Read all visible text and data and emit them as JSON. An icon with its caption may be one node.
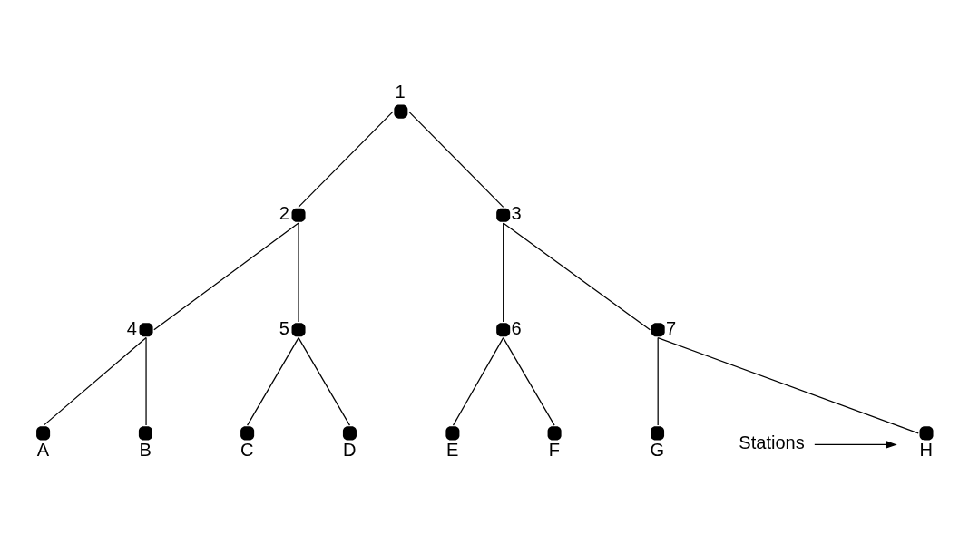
{
  "diagram": {
    "nodes": [
      {
        "text": [],
        "shape": "circle",
        "beside": [
          "1"
        ]
      },
      {
        "text": [],
        "shape": "circle",
        "beside": [
          "2"
        ]
      },
      {
        "text": [],
        "shape": "circle",
        "beside": [
          "3"
        ]
      },
      {
        "text": [],
        "shape": "circle",
        "beside": [
          "4"
        ]
      },
      {
        "text": [],
        "shape": "circle",
        "beside": [
          "5"
        ]
      },
      {
        "text": [],
        "shape": "circle",
        "beside": [
          "6"
        ]
      },
      {
        "text": [],
        "shape": "circle",
        "beside": [
          "7"
        ]
      },
      {
        "text": [],
        "shape": "circle",
        "beside": [
          "A"
        ]
      },
      {
        "text": [],
        "shape": "circle",
        "beside": [
          "B"
        ]
      },
      {
        "text": [],
        "shape": "circle",
        "beside": [
          "C"
        ]
      },
      {
        "text": [],
        "shape": "circle",
        "beside": [
          "D"
        ]
      },
      {
        "text": [],
        "shape": "circle",
        "beside": [
          "E"
        ]
      },
      {
        "text": [],
        "shape": "circle",
        "beside": [
          "F"
        ]
      },
      {
        "text": [],
        "shape": "circle",
        "beside": [
          "G"
        ]
      },
      {
        "text": [],
        "shape": "circle",
        "beside": [
          "H"
        ]
      },
      {
        "text": [
          "Stations"
        ]
      }
    ],
    "edges": [
      {
        "from": 0,
        "to": 1,
        "arrow": "none"
      },
      {
        "from": 0,
        "to": 2,
        "arrow": "none"
      },
      {
        "from": 1,
        "to": 3,
        "arrow": "none"
      },
      {
        "from": 1,
        "to": 4,
        "arrow": "none"
      },
      {
        "from": 2,
        "to": 5,
        "arrow": "none"
      },
      {
        "from": 2,
        "to": 6,
        "arrow": "none"
      },
      {
        "from": 3,
        "to": 7,
        "arrow": "none"
      },
      {
        "from": 3,
        "to": 8,
        "arrow": "none"
      },
      {
        "from": 4,
        "to": 9,
        "arrow": "none"
      },
      {
        "from": 4,
        "to": 10,
        "arrow": "none"
      },
      {
        "from": 5,
        "to": 11,
        "arrow": "none"
      },
      {
        "from": 5,
        "to": 12,
        "arrow": "none"
      },
      {
        "from": 6,
        "to": 13,
        "arrow": "none"
      },
      {
        "from": 6,
        "to": 14,
        "arrow": "none"
      },
      {
        "from": 15,
        "to": 14,
        "arrow": "to"
      }
    ]
  }
}
